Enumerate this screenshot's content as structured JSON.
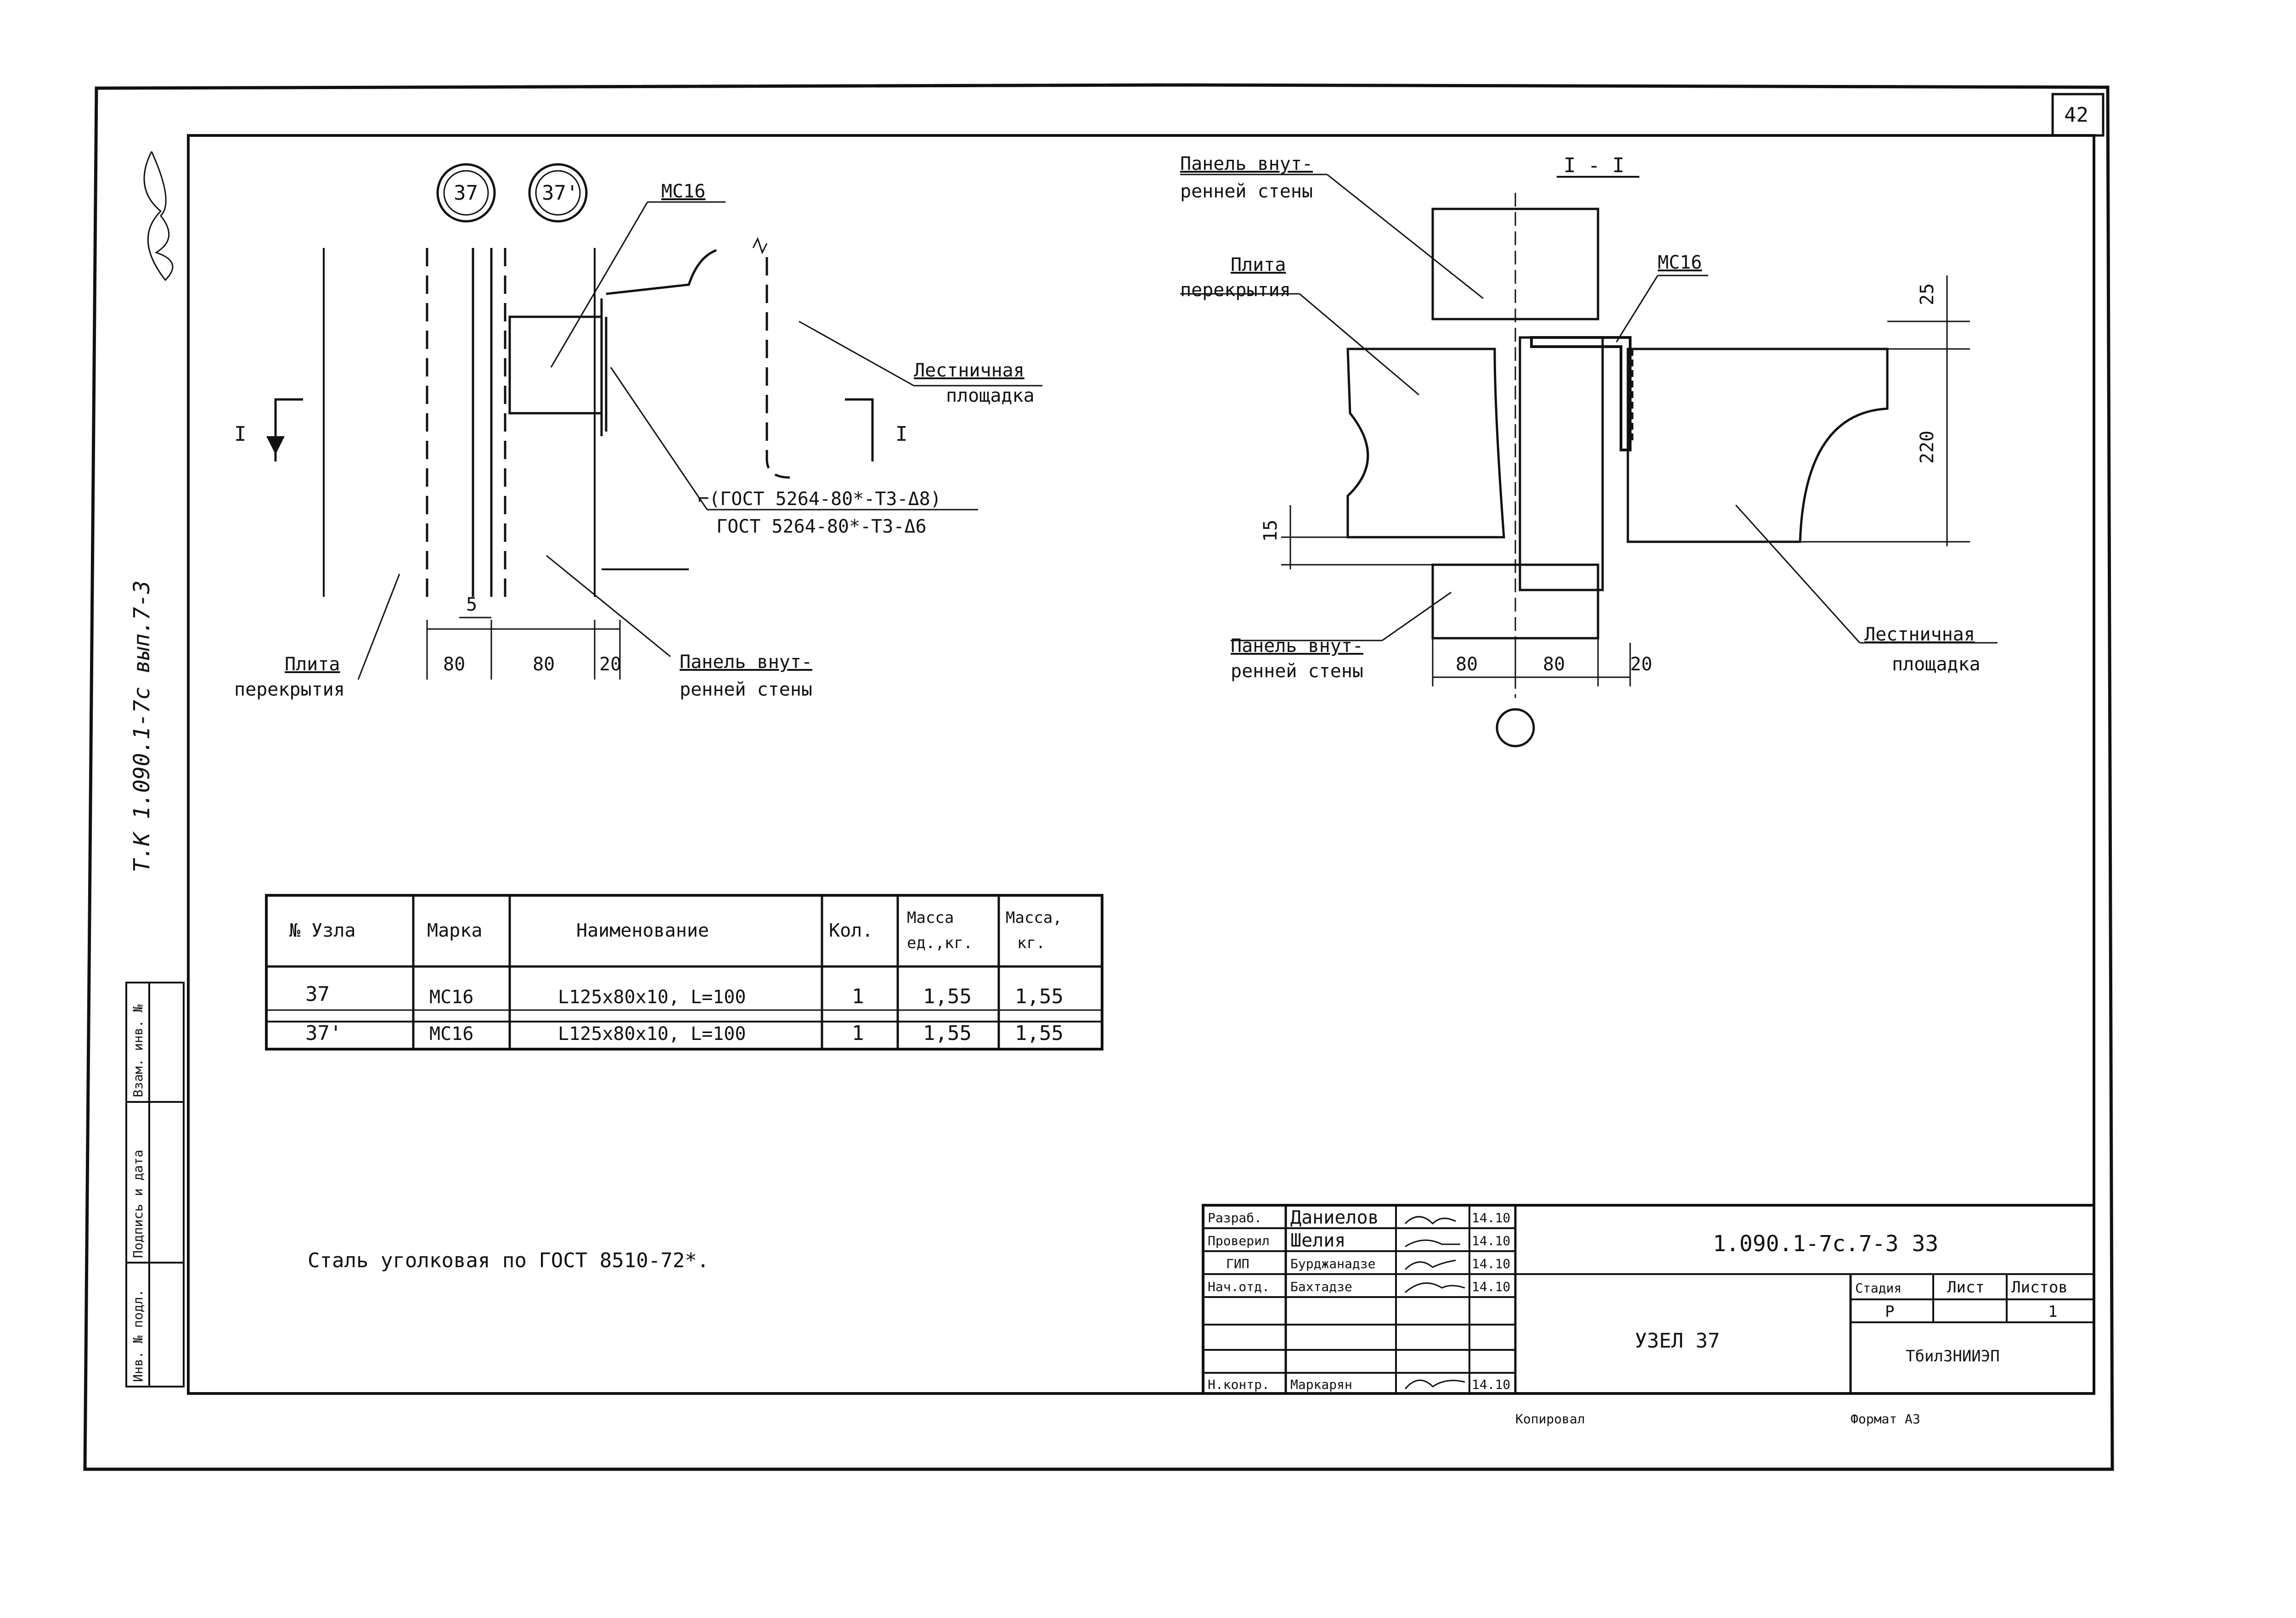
{
  "sheet": {
    "page_number": "42",
    "side_code": "Т.К 1.090.1-7с вып.7-3",
    "left_strip": {
      "inv_podl": "Инв. № подл.",
      "podpis": "Подпись и дата",
      "vzam": "Взам. инв. №"
    }
  },
  "node_marks": [
    "37",
    "37'"
  ],
  "left_detail": {
    "mark": "МС16",
    "landing": "Лестничная\nплощадка",
    "gost_1": "⌐(ГОСТ 5264-80*-Т3-Δ8)",
    "gost_2": "ГОСТ 5264-80*-Т3-Δ6",
    "slab": "Плита\nперекрытия",
    "panel": "Панель внут-\nренней стены",
    "dims": [
      "80",
      "80",
      "20",
      "5"
    ],
    "section_mark": "I"
  },
  "section": {
    "title": "I - I",
    "panel_top": "Панель внут-\nренней стены",
    "slab": "Плита\nперекрытия",
    "mark": "МС16",
    "panel_bottom": "Панель внут-\nренней стены",
    "landing": "Лестничная\nплощадка",
    "dims": [
      "80",
      "80",
      "20",
      "25",
      "220",
      "15"
    ]
  },
  "spec_table": {
    "headers": [
      "№ Узла",
      "Марка",
      "Наименование",
      "Кол.",
      "Масса\nед.,кг.",
      "Масса,\nкг."
    ],
    "rows": [
      [
        "37",
        "МС16",
        "L125x80x10, L=100",
        "1",
        "1,55",
        "1,55"
      ],
      [
        "37'",
        "МС16",
        "L125x80x10, L=100",
        "1",
        "1,55",
        "1,55"
      ]
    ]
  },
  "note": "Сталь уголковая по ГОСТ 8510-72*.",
  "title_block": {
    "roles": [
      "Разраб.",
      "Проверил",
      "ГИП",
      "Нач.отд.",
      "",
      "",
      "Н.контр."
    ],
    "names": [
      "Даниелов",
      "Шелия",
      "Бурджанадзе",
      "Бахтадзе",
      "",
      "",
      "Маркарян"
    ],
    "dates": [
      "14.10",
      "14.10",
      "14.10",
      "14.10",
      "",
      "",
      "14.10"
    ],
    "doc_code": "1.090.1-7с.7-3 33",
    "name": "УЗЕЛ 37",
    "stage_label": "Стадия",
    "sheet_label": "Лист",
    "sheets_label": "Листов",
    "stage": "Р",
    "sheet": "",
    "sheets": "1",
    "org": "ТбилЗНИИЭП"
  },
  "footer": {
    "copied": "Копировал",
    "format": "Формат А3"
  }
}
